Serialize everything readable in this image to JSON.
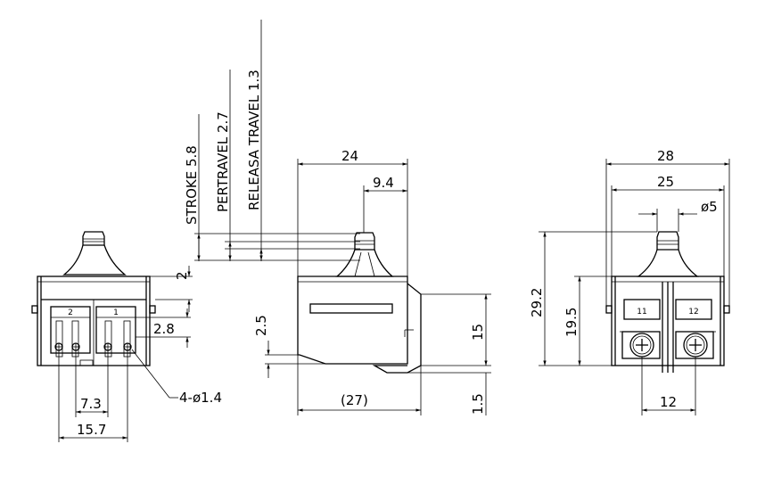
{
  "left_view": {
    "terminal_a": "2",
    "terminal_b": "1",
    "dim_top": "2",
    "dim_pin": "2.8",
    "dim_hole": "4-ø1.4",
    "dim_inner": "7.3",
    "dim_outer": "15.7"
  },
  "vertical_labels": {
    "stroke": "STROKE  5.8",
    "pretravel": "PERTRAVEL  2.7",
    "release": "RELEASA  TRAVEL  1.3"
  },
  "side_view": {
    "dim_width": "24",
    "dim_offset": "9.4",
    "dim_base": "2.5",
    "dim_total": "(27)",
    "dim_height": "15",
    "dim_bottom": "1.5"
  },
  "right_view": {
    "terminal_a": "11",
    "terminal_b": "12",
    "dim_outer_w": "28",
    "dim_inner_w": "25",
    "dim_button": "ø5",
    "dim_total_h": "29.2",
    "dim_body_h": "19.5",
    "dim_screw": "12"
  }
}
